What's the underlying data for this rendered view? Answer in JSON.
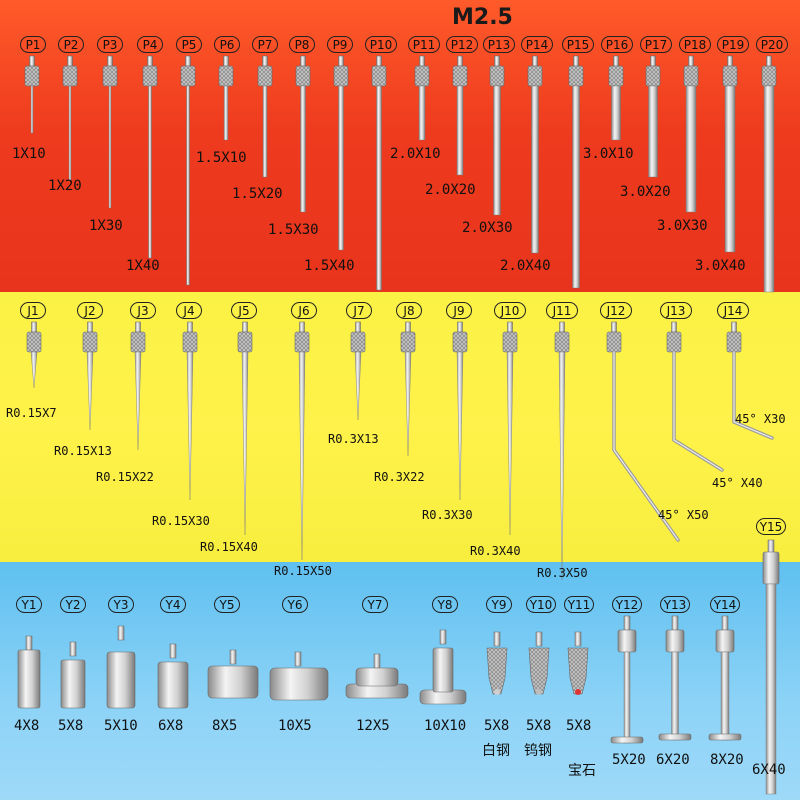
{
  "title": "M2.5",
  "p_series": {
    "tags": [
      "P1",
      "P2",
      "P3",
      "P4",
      "P5",
      "P6",
      "P7",
      "P8",
      "P9",
      "P10",
      "P11",
      "P12",
      "P13",
      "P14",
      "P15",
      "P16",
      "P17",
      "P18",
      "P19",
      "P20"
    ],
    "labels": [
      "1X10",
      "1X20",
      "1X30",
      "1X40",
      "1.5X10",
      "1.5X20",
      "1.5X30",
      "1.5X40",
      "2.0X10",
      "2.0X20",
      "2.0X30",
      "2.0X40",
      "3.0X10",
      "3.0X20",
      "3.0X30",
      "3.0X40"
    ]
  },
  "j_series": {
    "tags": [
      "J1",
      "J2",
      "J3",
      "J4",
      "J5",
      "J6",
      "J7",
      "J8",
      "J9",
      "J10",
      "J11",
      "J12",
      "J13",
      "J14"
    ],
    "labels": [
      "R0.15X7",
      "R0.15X13",
      "R0.15X22",
      "R0.15X30",
      "R0.15X40",
      "R0.15X50",
      "R0.3X13",
      "R0.3X22",
      "R0.3X30",
      "R0.3X40",
      "R0.3X50",
      "45° X50",
      "45° X40",
      "45° X30"
    ]
  },
  "y_series": {
    "tags": [
      "Y1",
      "Y2",
      "Y3",
      "Y4",
      "Y5",
      "Y6",
      "Y7",
      "Y8",
      "Y9",
      "Y10",
      "Y11",
      "Y12",
      "Y13",
      "Y14",
      "Y15"
    ],
    "labels": [
      "4X8",
      "5X8",
      "5X10",
      "6X8",
      "8X5",
      "10X5",
      "12X5",
      "10X10",
      "5X8",
      "5X8",
      "5X8",
      "5X20",
      "6X20",
      "8X20",
      "6X40"
    ],
    "materials": [
      "白钢",
      "钨钢",
      "宝石"
    ]
  },
  "colors": {
    "p_band": "#e8341c",
    "j_band": "#fff24a",
    "y_band": "#8dd3f7"
  }
}
